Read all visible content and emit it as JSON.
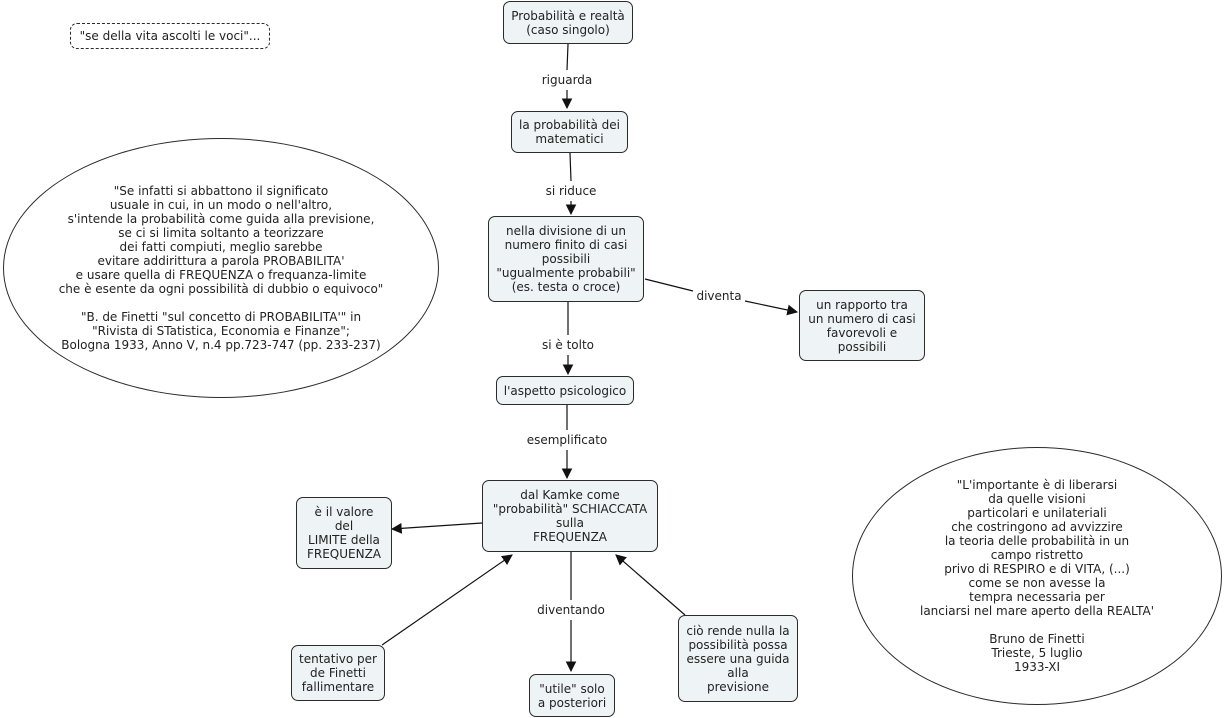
{
  "nodes": {
    "root": "Probabilità e realtà\n(caso singolo)",
    "prob_matematici": "la probabilità dei\nmatematici",
    "divisione": "nella divisione di un\nnumero finito di casi\npossibili\n\"ugualmente probabili\"\n(es. testa o croce)",
    "rapporto": "un rapporto tra\nun numero di casi\nfavorevoli e\npossibili",
    "aspetto": "l'aspetto psicologico",
    "kamke": "dal Kamke come\n\"probabilità\" SCHIACCATA\nsulla\nFREQUENZA",
    "limite": "è il valore\ndel\nLIMITE  della\nFREQUENZA",
    "tentativo": "tentativo per\nde Finetti\nfallimentare",
    "utile": "\"utile\" solo\na posteriori",
    "nulla": "ciò rende nulla la\npossibilità possa\nessere una guida\nalla\nprevisione"
  },
  "links": {
    "riguarda": "riguarda",
    "si_riduce": "si riduce",
    "diventa": "diventa",
    "si_e_tolto": "si è tolto",
    "esemplificato": "esemplificato",
    "diventando": "diventando"
  },
  "notes": {
    "voci": "\"se della vita ascolti le voci\"...",
    "quote_left": "\"Se infatti si abbattono il significato\nusuale in cui, in un modo o nell'altro,\ns'intende la probabilità come guida alla previsione,\nse ci si limita soltanto a teorizzare\ndei fatti compiuti, meglio sarebbe\nevitare addirittura a parola PROBABILITA'\ne usare quella di FREQUENZA o frequanza-limite\nche è esente da ogni possibilità di dubbio o equivoco\"\n\n\"B. de Finetti \"sul concetto di PROBABILITA'\" in\n\"Rivista di STatistica, Economia e Finanze\";\nBologna 1933, Anno V, n.4 pp.723-747 (pp. 233-237)",
    "quote_right": "\"L'importante è di liberarsi\nda quelle visioni\nparticolari e unilateriali\nche costringono ad avvizzire\nla teoria delle  probabilità in un\ncampo ristretto\nprivo di RESPIRO e di VITA, (...)\ncome se non avesse la\ntempra necessaria per\nlanciarsi nel mare aperto della REALTA'\n\nBruno de Finetti\nTrieste, 5 luglio\n1933-XI"
  }
}
